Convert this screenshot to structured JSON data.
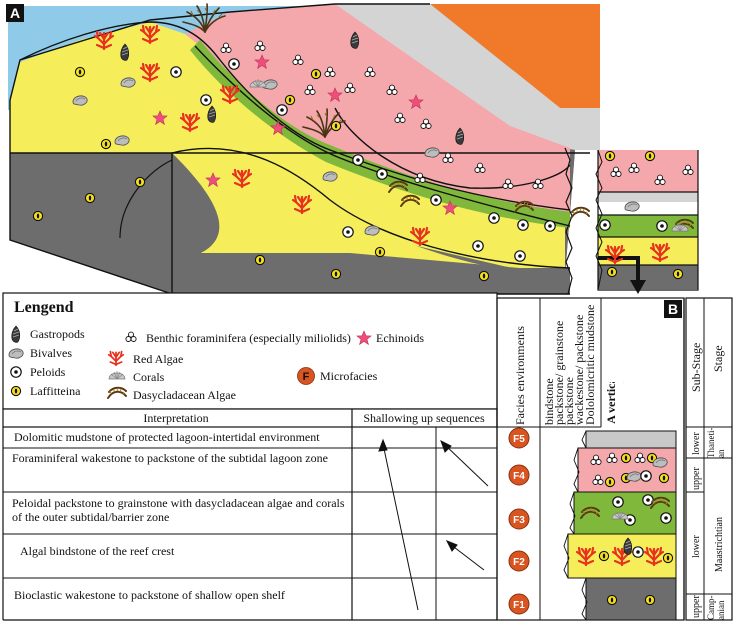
{
  "panel_a_label": "A",
  "panel_b_label": "B",
  "legend": {
    "title": "Lengend",
    "items": [
      {
        "icon": "gastropod-icon",
        "label": "Gastropods"
      },
      {
        "icon": "bivalve-icon",
        "label": "Bivalves"
      },
      {
        "icon": "peloid-icon",
        "label": "Peloids"
      },
      {
        "icon": "laffitteina-icon",
        "label": "Laffitteina"
      },
      {
        "icon": "benthic-foraminifera-icon",
        "label": "Benthic foraminifera (especially miliolids)"
      },
      {
        "icon": "red-algae-icon",
        "label": "Red Algae"
      },
      {
        "icon": "coral-icon",
        "label": "Corals"
      },
      {
        "icon": "dasycladacean-algae-icon",
        "label": "Dasycladacean Algae"
      },
      {
        "icon": "echinoid-icon",
        "label": "Echinoids"
      },
      {
        "icon": "microfacies-icon",
        "label": "Microfacies",
        "symbol": "F"
      }
    ]
  },
  "table": {
    "interpretation_header": "Interpretation",
    "shallowing_header": "Shallowing up sequences",
    "facies_env_header": "Facies environments",
    "texture_headers": [
      "bindstone",
      "packstone/ grainstone",
      "packstone",
      "wackestone/ packstone",
      "Dololomicritic mudstone"
    ],
    "vertical_sequence_header": "A vertical sequence of facies",
    "substage_header": "Sub-Stage",
    "stage_header": "Stage",
    "rows": [
      {
        "interpretation": "Dolomitic mudstone of protected lagoon-intertidal environment",
        "facies": "F5"
      },
      {
        "interpretation": "Foraminiferal wakestone to packstone of the subtidal lagoon zone",
        "facies": "F4"
      },
      {
        "interpretation": "Peloidal packstone to grainstone with dasycladacean algae and corals of the outer subtidal/barrier zone",
        "facies": "F3"
      },
      {
        "interpretation": "Algal bindstone  of the reef crest",
        "facies": "F2"
      },
      {
        "interpretation": "Bioclastic wakestone to packstone of  shallow open shelf",
        "facies": "F1"
      }
    ],
    "substages": [
      "lower",
      "upper",
      "lower",
      "upper"
    ],
    "stages": [
      "Thaneti-an",
      "Maastrichtian",
      "Camp-anian"
    ]
  },
  "colors": {
    "sea": "#8fcbe8",
    "orange": "#f07a2a",
    "yellow": "#f5ee5a",
    "pink": "#f4a8ac",
    "green": "#7fb83a",
    "grey": "#6d6d6d",
    "light_grey": "#d2d2d2",
    "red_algae": "#e8321f",
    "echinoid": "#ee4f7a",
    "facies_circle": "#d85420"
  }
}
